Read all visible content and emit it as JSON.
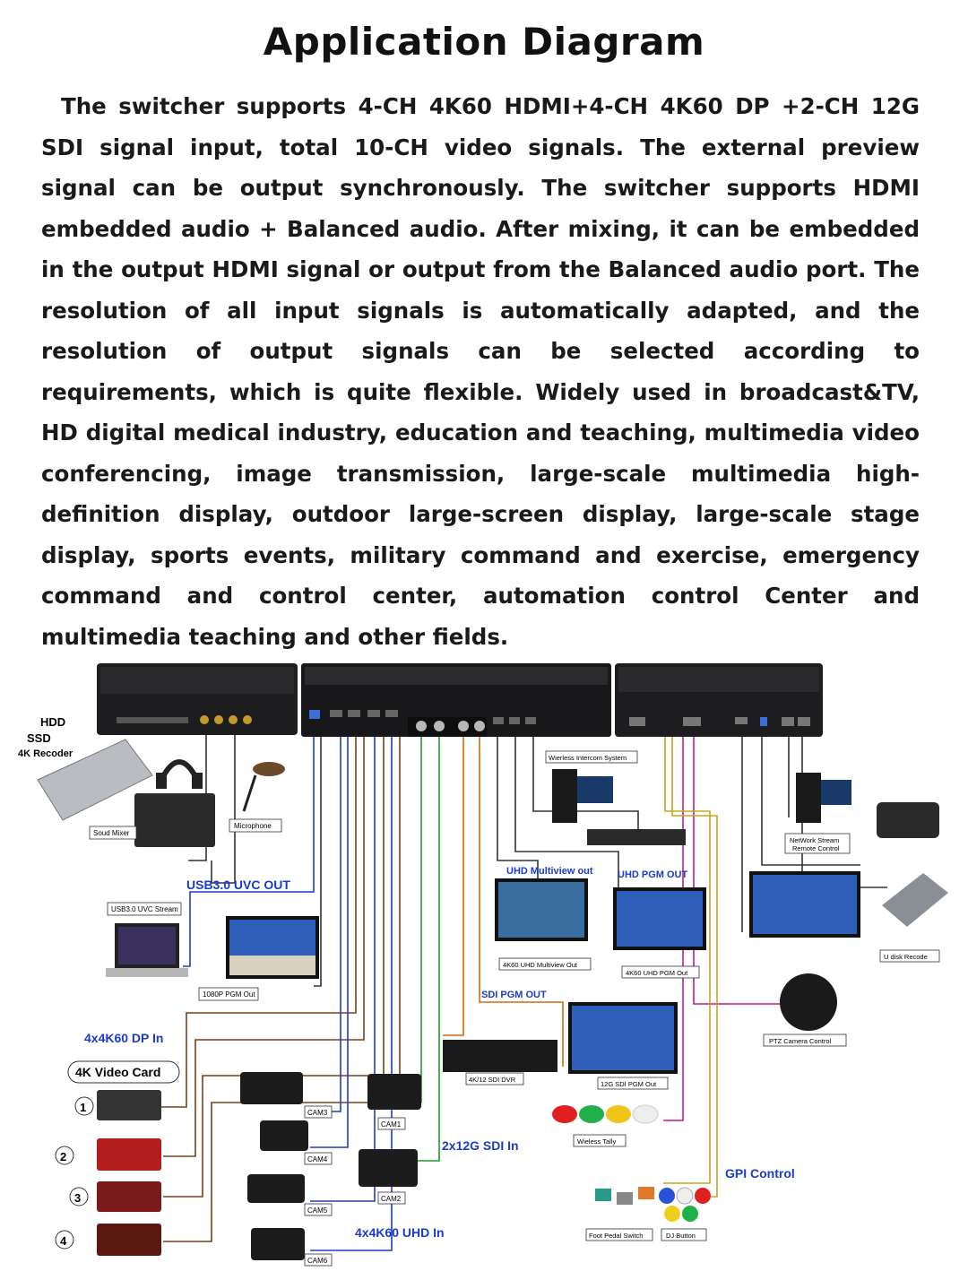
{
  "title": "Application Diagram",
  "description": "The  switcher supports 4-CH 4K60 HDMI+4-CH 4K60 DP +2-CH 12G SDI signal input, total 10-CH  video signals. The external preview signal can be output synchronously. The switcher supports HDMI embedded audio + Balanced audio. After mixing, it can be embedded in the output HDMI signal or output from the Balanced audio port. The resolution of all input signals is automatically adapted, and the resolution of output signals can be selected according to requirements, which is quite flexible. Widely used in broadcast&TV, HD digital medical industry, education and teaching, multimedia video conferencing, image transmission, large-scale multimedia high-definition display, outdoor large-screen display, large-scale stage display, sports events, military command and exercise, emergency command and control center, automation control Center and multimedia teaching and other fields.",
  "labels": {
    "hdd": "HDD",
    "ssd": "SSD",
    "recorder": "4K Recoder",
    "sound_mixer": "Soud Mixer",
    "microphone": "Microphone",
    "usb_uvc_out": "USB3.0 UVC OUT",
    "usb_uvc_stream": "USB3.0 UVC Stream",
    "pgm_1080p": "1080P PGM Out",
    "dp_in": "4x4K60 DP In",
    "video_card": "4K Video Card",
    "card_numbers": [
      "1",
      "2",
      "3",
      "4"
    ],
    "cam1": "CAM1",
    "cam2": "CAM2",
    "cam3": "CAM3",
    "cam4": "CAM4",
    "cam5": "CAM5",
    "cam6": "CAM6",
    "sdi_in": "2x12G SDI In",
    "uhd_in": "4x4K60 UHD In",
    "intercom": "Wierless Intercom System",
    "uhd_multiview_out": "UHD Multiview out",
    "uhd_pgm_out": "UHD PGM OUT",
    "multiview_4k": "4K60 UHD Multiview Out",
    "pgm_4k": "4K60 UHD PGM Out",
    "sdi_pgm_out": "SDI PGM OUT",
    "sdi_dvr": "4K/12 SDI DVR",
    "sdi_pgm_12g": "12G SDI  PGM Out",
    "network_stream": "NetWork Stream",
    "remote_control": "Remote Control",
    "u_disk": "U disk Recode",
    "ptz": "PTZ Camera Control",
    "wireless_tally": "Wieless Tally",
    "gpi_control": "GPI Control",
    "foot_pedal": "Foot Pedal Switch",
    "dj_button": "DJ Button"
  }
}
